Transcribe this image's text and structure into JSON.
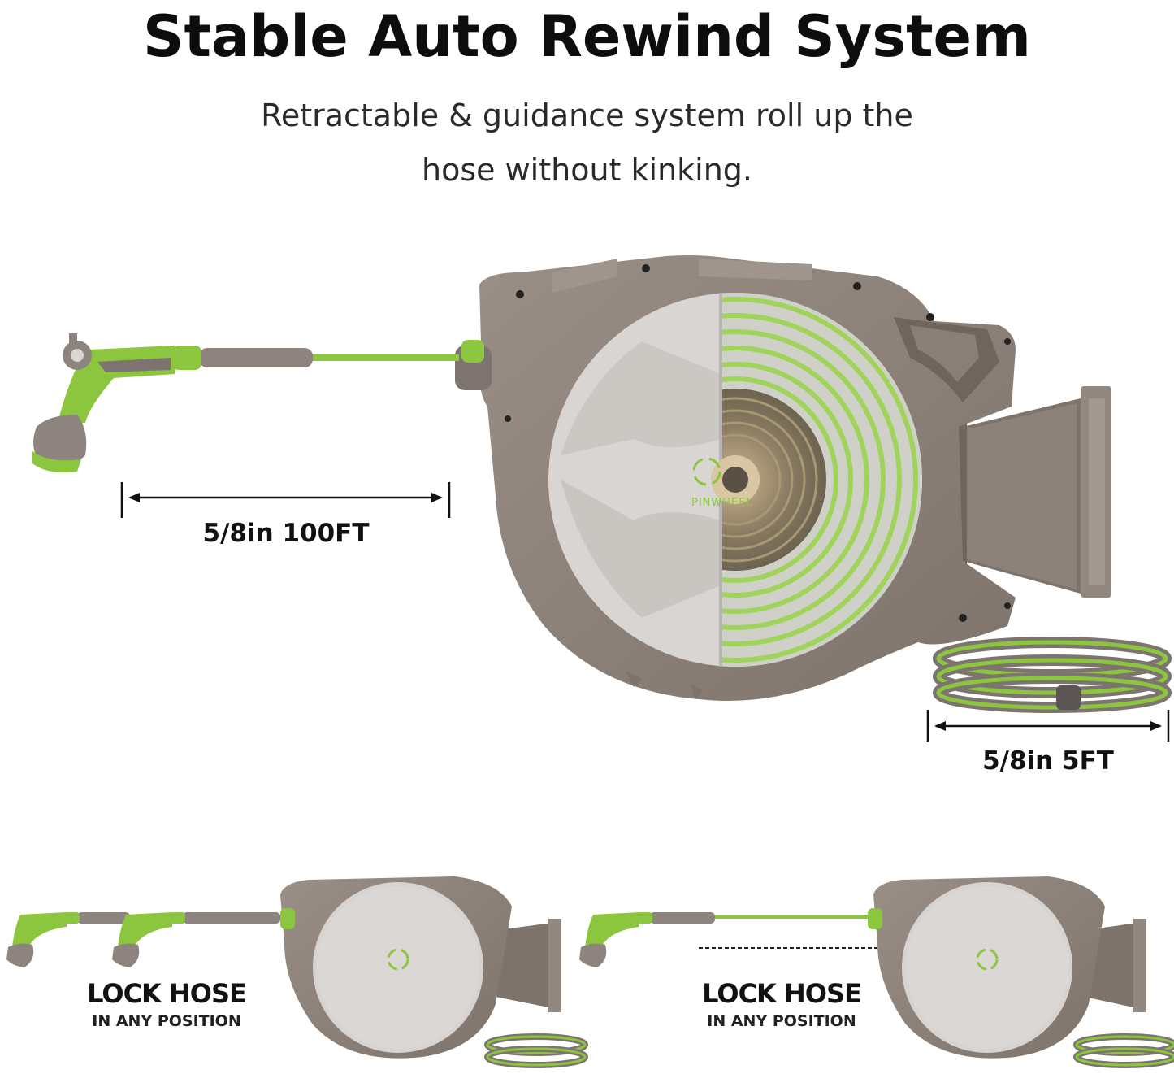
{
  "header": {
    "title": "Stable Auto Rewind System",
    "subtitle_line1": "Retractable & guidance system roll up the",
    "subtitle_line2": "hose without kinking."
  },
  "dimensions": {
    "hose_main": "5/8in 100FT",
    "hose_leader": "5/8in 5FT"
  },
  "brand": {
    "logo_text": "PINWHEEL"
  },
  "panels": [
    {
      "title": "LOCK HOSE",
      "subtitle": "IN ANY POSITION"
    },
    {
      "title": "LOCK HOSE",
      "subtitle": "IN ANY POSITION"
    }
  ],
  "colors": {
    "housing": "#8f837a",
    "housing_dark": "#6f655d",
    "cover": "#d6d3d0",
    "hose_green": "#8cc63f",
    "hose_gray": "#7d7470"
  }
}
